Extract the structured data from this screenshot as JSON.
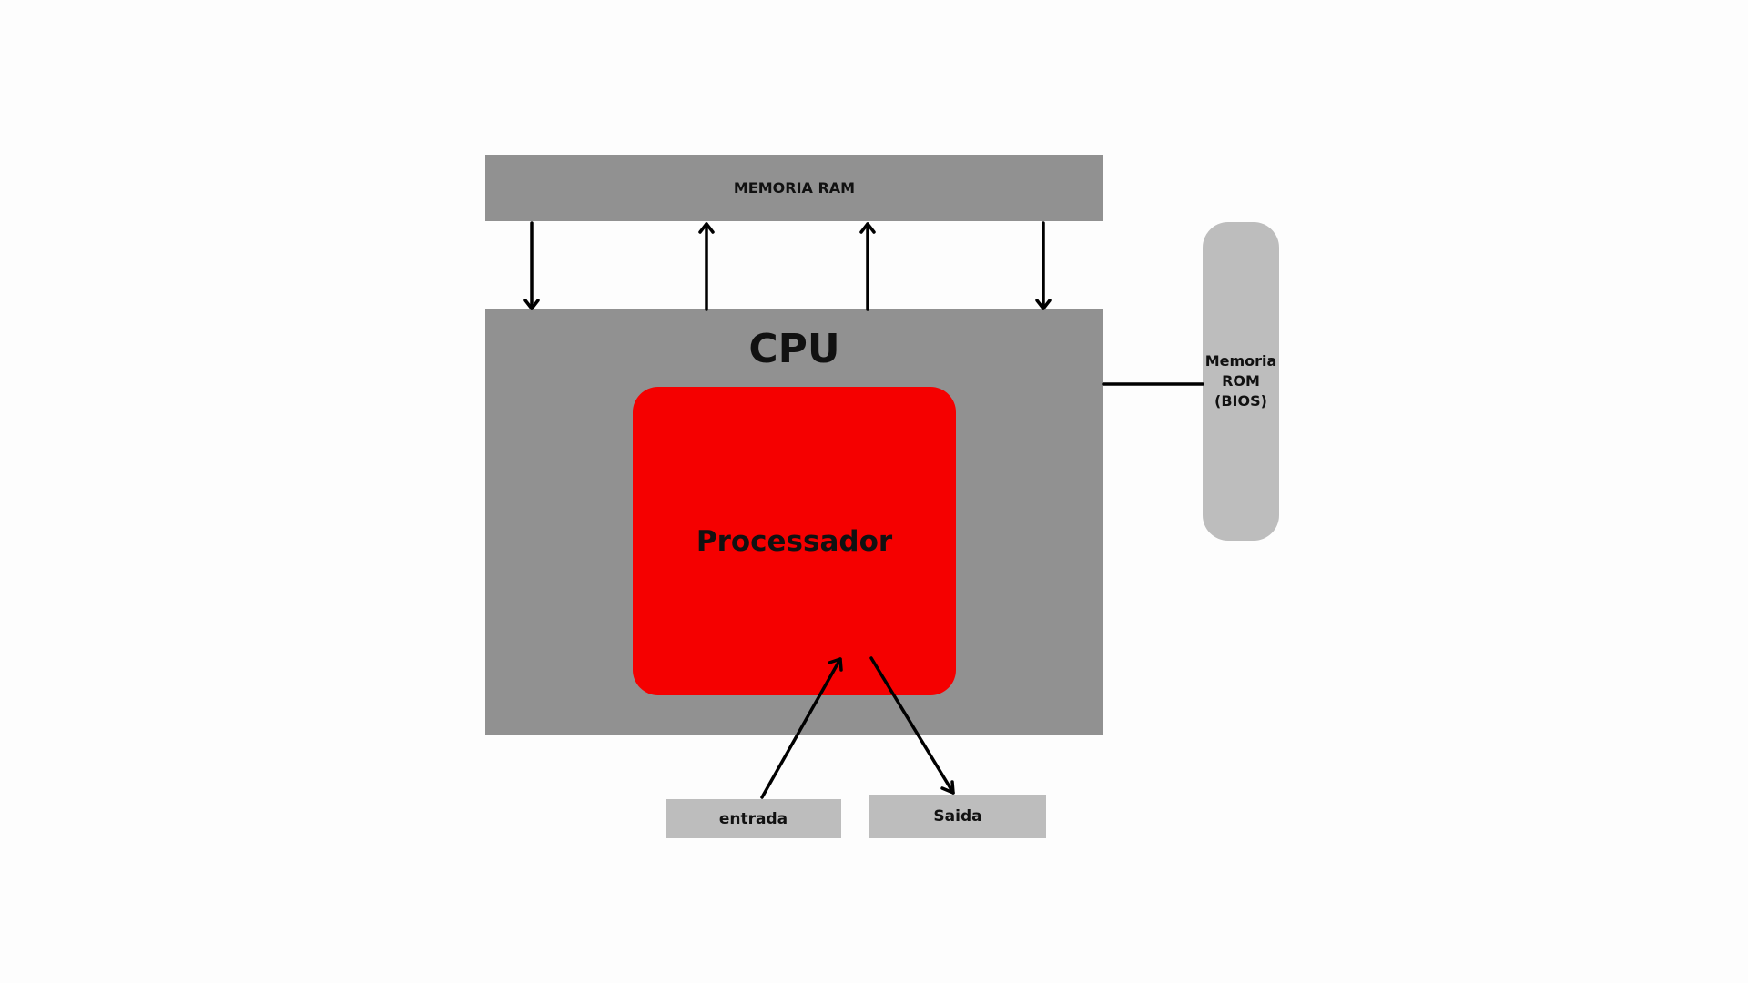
{
  "colors": {
    "background": "#fdfdfd",
    "ram_block": "#919191",
    "cpu_block": "#919191",
    "processor_block": "#f50000",
    "rom_block": "#bdbdbd",
    "io_block": "#bdbdbd",
    "arrow": "#000000"
  },
  "diagram": {
    "ram_label": "MEMORIA RAM",
    "cpu_label": "CPU",
    "processor_label": "Processador",
    "rom_label_line1": "Memoria",
    "rom_label_line2": "ROM",
    "rom_label_line3": "(BIOS)",
    "input_label": "entrada",
    "output_label": "Saida"
  }
}
